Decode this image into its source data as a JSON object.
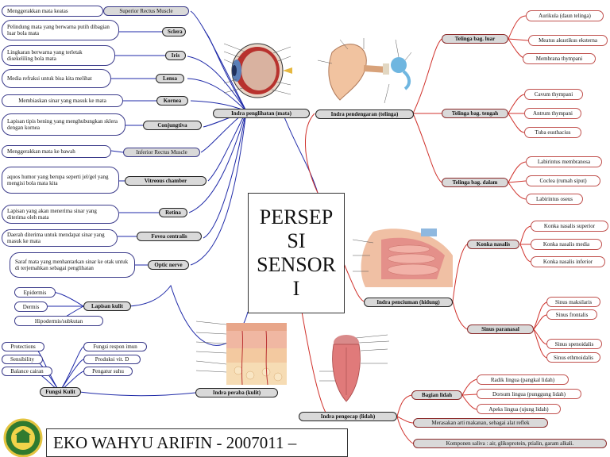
{
  "title": "PERSEP\nSI\nSENSOR\nI",
  "title_lines": [
    "PERSEP",
    "SI",
    "SENSOR",
    "I"
  ],
  "author": "EKO WAHYU ARIFIN - 2007011 –",
  "colors": {
    "blue_line": "#1f2aa8",
    "red_line": "#d0322c",
    "tag_fill": "#d9d9d9"
  },
  "mata": {
    "label": "Indra penglihatan (mata)",
    "items": [
      {
        "tag": "Superior Rectus Muscle",
        "desc": "Menggerakkan mata keatas"
      },
      {
        "tag": "Sclera",
        "desc": "Pelindung mata yang berwarna putih dibagian luar bola mata"
      },
      {
        "tag": "Iris",
        "desc": "Lingkaran berwarna yang terletak disekeliling bola mata"
      },
      {
        "tag": "Lensa",
        "desc": "Media refraksi untuk bisa kita melihat"
      },
      {
        "tag": "Kornea",
        "desc": "Membiaskan sinar yang masuk ke mata"
      },
      {
        "tag": "Conjungtiva",
        "desc": "Lapisan tipis bening yang menghubungkan sklera dengan kornea"
      },
      {
        "tag": "Inferior Rectus Muscle",
        "desc": "Menggerakkan mata ke bawah"
      },
      {
        "tag": "Vitreous chamber",
        "desc": "aquos humor yang berupa seperti jel/gel yang mengisi bola mata kita"
      },
      {
        "tag": "Retina",
        "desc": "Lapisan yang akan menerima sinar yang diterima oleh mata"
      },
      {
        "tag": "Fovea centralis",
        "desc": "Daerah diterima untuk mendapat sinar yang masuk ke mata"
      },
      {
        "tag": "Optic nerve",
        "desc": "Saraf mata yang menhantarkan sinar ke otak untuk di terjemahkan sebagai penglihatan"
      }
    ]
  },
  "kulit": {
    "label": "Indra peraba (kulit)",
    "lapisan": {
      "label": "Lapisan kulit",
      "items": [
        "Epidermis",
        "Dermis",
        "Hipodermis/subkutan"
      ]
    },
    "fungsi": {
      "label": "Fungsi Kulit",
      "left": [
        "Protections",
        "Sensibility",
        "Balance cairan"
      ],
      "right": [
        "Fungsi respon imun",
        "Produksi vit. D",
        "Pengatur suhu"
      ]
    }
  },
  "telinga": {
    "label": "Indra pendengaran (telinga)",
    "groups": [
      {
        "label": "Telinga bag. luar",
        "items": [
          "Aurikula (daun telinga)",
          "Meatus akustikus eksterna",
          "Membrana thympani"
        ]
      },
      {
        "label": "Telinga bag. tengah",
        "items": [
          "Cavum thympani",
          "Antrum thympani",
          "Tuba eusthacius"
        ]
      },
      {
        "label": "Telinga bag. dalam",
        "items": [
          "Labirintus membranosa",
          "Coclea (rumah siput)",
          "Labirintus oseus"
        ]
      }
    ]
  },
  "hidung": {
    "label": "Indra penciuman (hidung)",
    "groups": [
      {
        "label": "Konka nasalis",
        "items": [
          "Konka nasalis superior",
          "Konka nasalis media",
          "Konka nasalis inferior"
        ]
      },
      {
        "label": "Sinus paranasal",
        "items": [
          "Sinus maksilaris",
          "Sinus frontalis",
          "Sinus spenoidalis",
          "Sinus ethmoidalis"
        ]
      }
    ]
  },
  "lidah": {
    "label": "Indra pengecap (lidah)",
    "bagian": {
      "label": "Bagian lidah",
      "items": [
        "Radik lingua (pangkal lidah)",
        "Dorsum lingua (punggung lidah)",
        "Apeks lingua (ujung lidah)"
      ]
    },
    "extra": [
      "Merasakan arti makanan, sebagai alat reflek",
      "Komponen saliva : air, glikoprotein, ptialin, garam alkali."
    ]
  },
  "icons": [
    "eye-illustration",
    "ear-illustration",
    "nose-illustration",
    "skin-illustration",
    "tongue-illustration",
    "school-logo"
  ]
}
